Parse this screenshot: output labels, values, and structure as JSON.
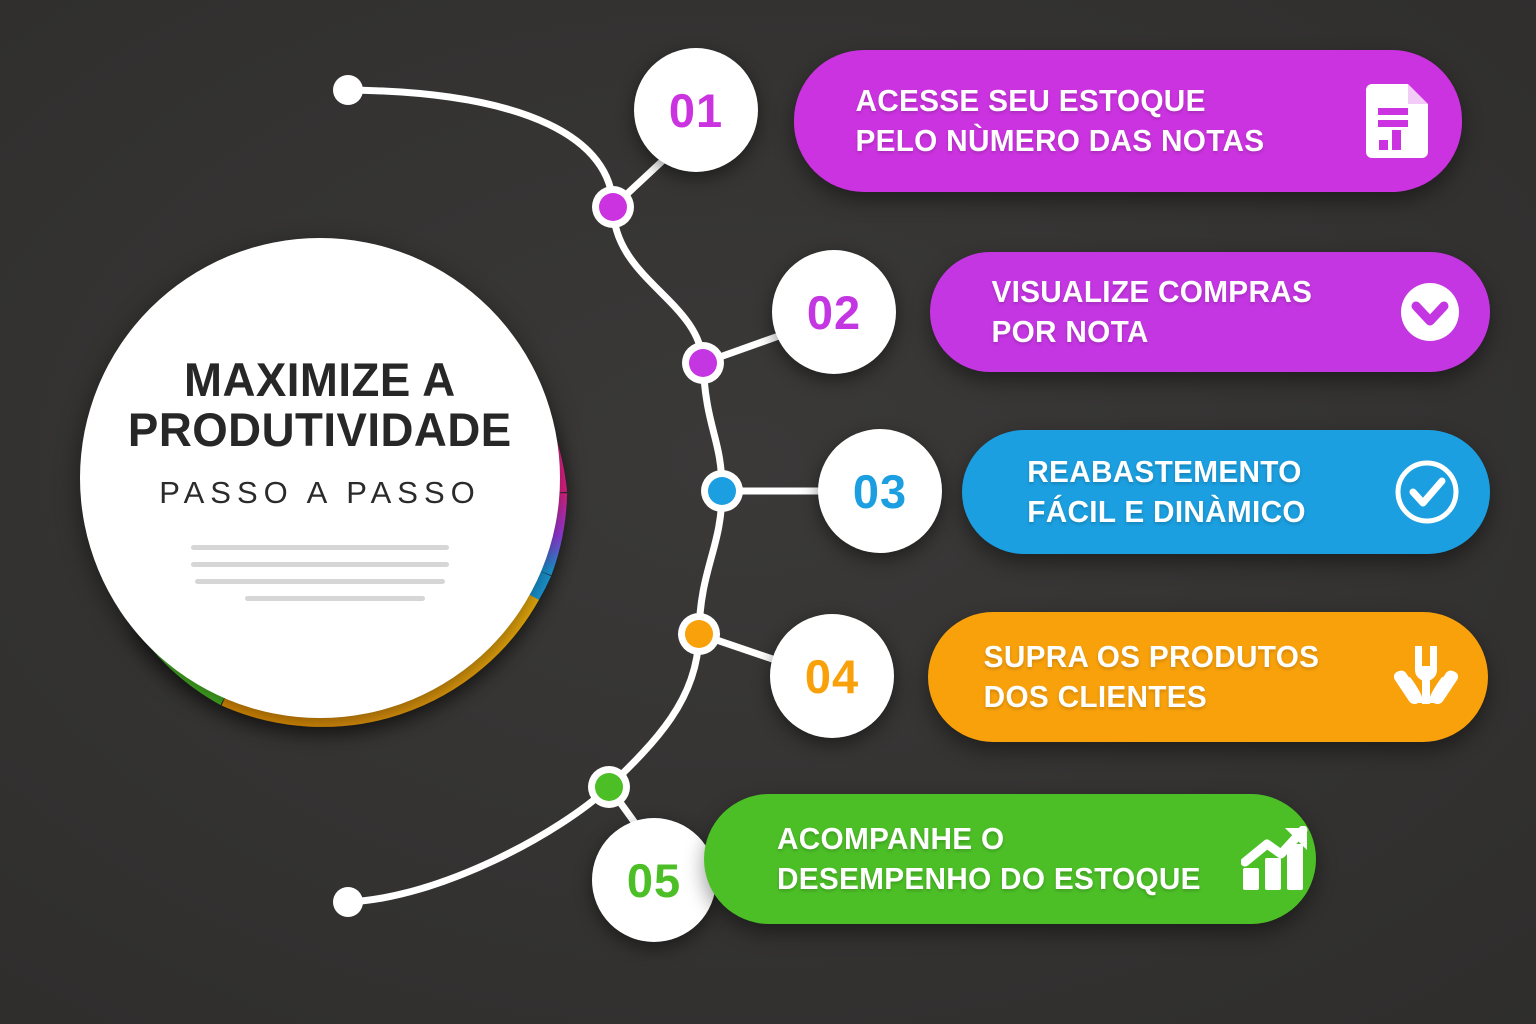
{
  "background_color": "#333231",
  "badge": {
    "title_line1": "MAXIMIZE A",
    "title_line2": "PRODUTIVIDADE",
    "subtitle": "PASSO A PASSO",
    "ring_colors": {
      "purple": "#9B3DE8",
      "pink": "#E8248C",
      "blue": "#1B9FE0",
      "orange": "#F2A307",
      "green": "#4CBF27"
    },
    "placeholder_line_count": 4
  },
  "steps": [
    {
      "number": "01",
      "line1": "ACESSE SEU ESTOQUE",
      "line2": "PELO NÙMERO DAS NOTAS",
      "color": "#CC33E0",
      "icon": "document-report-icon"
    },
    {
      "number": "02",
      "line1": "VISUALIZE COMPRAS",
      "line2": "POR NOTA",
      "color": "#C536E3",
      "icon": "check-circle-filled-icon"
    },
    {
      "number": "03",
      "line1": "REABASTEMENTO",
      "line2": "FÁCIL E DINÀMICO",
      "color": "#1B9FE0",
      "icon": "check-circle-outline-icon"
    },
    {
      "number": "04",
      "line1": "SUPRA OS PRODUTOS",
      "line2": "DOS CLIENTES",
      "color": "#F9A10B",
      "icon": "hands-holding-plant-icon"
    },
    {
      "number": "05",
      "line1": "ACOMPANHE O",
      "line2": "DESEMPENHO DO ESTOQUE",
      "color": "#4CBF27",
      "icon": "growth-chart-icon"
    }
  ]
}
